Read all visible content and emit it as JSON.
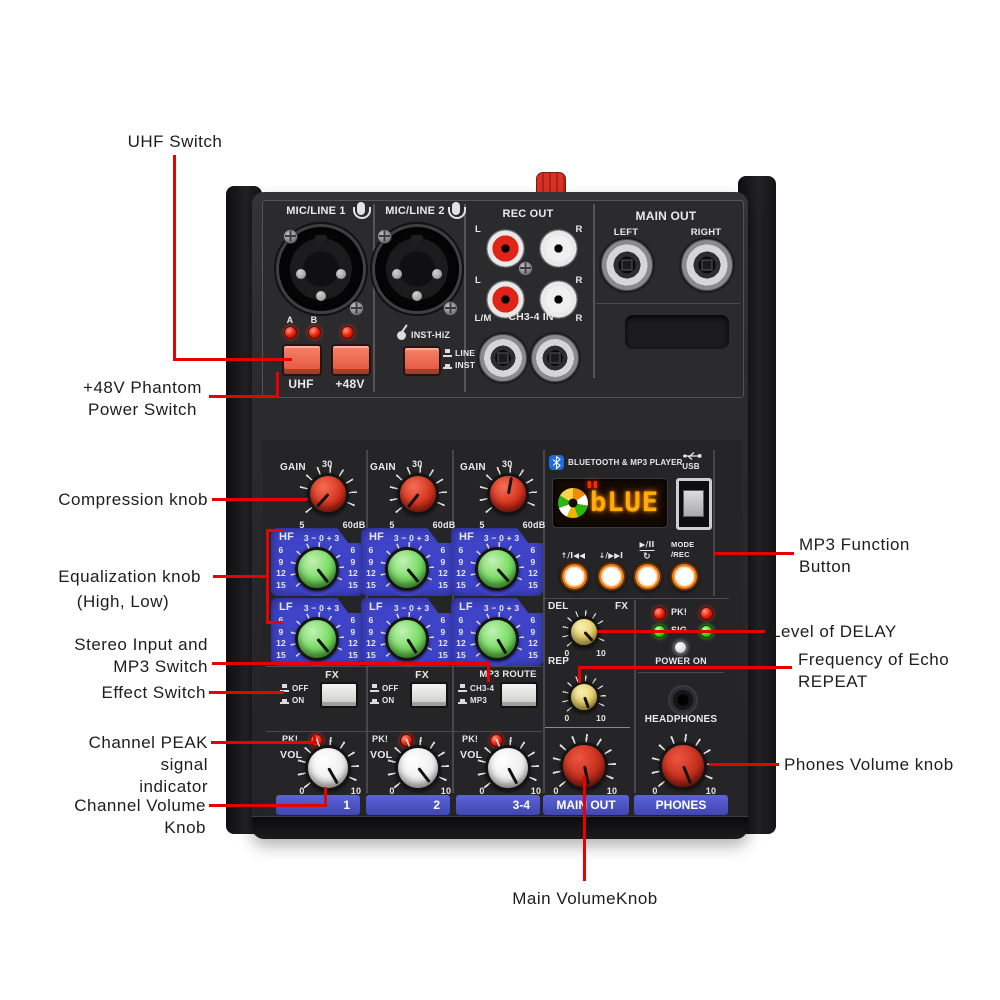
{
  "colors": {
    "callout_line": "#e60202",
    "eq_panel_blue": "#3e43c8",
    "strip_blue": "#4a52c4",
    "display_amber": "#ffae00",
    "button_salmon": "#ee6a50"
  },
  "callouts": {
    "uhf_switch": "UHF Switch",
    "phantom_1": "+48V Phantom",
    "phantom_2": "Power Switch",
    "compression": "Compression knob",
    "eq_1": "Equalization knob",
    "eq_2": "(High, Low)",
    "stereo_1": "Stereo Input and",
    "stereo_2": "MP3 Switch",
    "effect": "Effect Switch",
    "peak_1": "Channel PEAK signal",
    "peak_2": "indicator",
    "channel_volume": "Channel Volume Knob",
    "mp3_function_1": "MP3 Function",
    "mp3_function_2": "Button",
    "delay": "Level of DELAY",
    "repeat_1": "Frequency of Echo",
    "repeat_2": "REPEAT",
    "phones_volume": "Phones Volume knob",
    "main_volume": "Main VolumeKnob"
  },
  "top_panel": {
    "mic_line_1": "MIC/LINE 1",
    "mic_line_2": "MIC/LINE 2",
    "rec_out": "REC OUT",
    "l": "L",
    "r": "R",
    "lm": "L/M",
    "ch34_in": "CH3-4 IN",
    "main_out": "MAIN OUT",
    "left": "LEFT",
    "right": "RIGHT",
    "a": "A",
    "b": "B",
    "uhf": "UHF",
    "phantom_48v": "+48V",
    "inst_hiz": "INST-HiZ",
    "line": "LINE",
    "inst": "INST"
  },
  "strip": {
    "gain": "GAIN",
    "gain_30": "30",
    "gain_5": "5",
    "gain_60db": "60dB",
    "hf": "HF",
    "lf": "LF",
    "eq_top": "3 − 0 + 3",
    "eq_col": "6\n9\n12\n15",
    "fx": "FX",
    "off": "OFF",
    "on": "ON",
    "mp3_route": "MP3 ROUTE",
    "ch3_4": "CH3-4",
    "mp3": "MP3",
    "pk": "PK!",
    "vol": "VOL",
    "min": "0",
    "max": "10"
  },
  "player": {
    "header": "BLUETOOTH & MP3 PLAYER",
    "usb": "USB",
    "display": "bLUE",
    "pause": "▮▮",
    "btn_prev": "↑/I◀◀",
    "btn_next": "↓/▶▶I",
    "btn_play": "▶/II",
    "btn_play_sub": "↻",
    "btn_mode": "MODE\n/REC"
  },
  "effects": {
    "del": "DEL",
    "fx": "FX",
    "rep": "REP",
    "min": "0",
    "max": "10"
  },
  "monitor": {
    "pk": "PK!",
    "sig": "SIG",
    "power_on": "POWER ON",
    "headphones": "HEADPHONES"
  },
  "strips": [
    "1",
    "2",
    "3-4",
    "MAIN OUT",
    "PHONES"
  ]
}
